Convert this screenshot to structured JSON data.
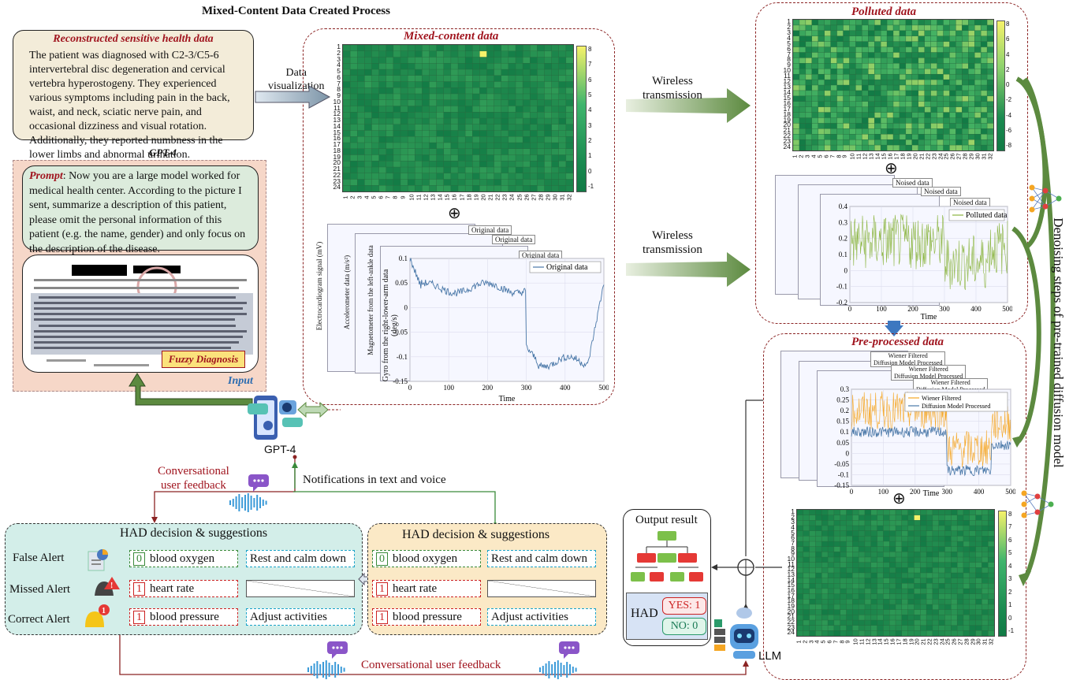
{
  "header": {
    "title": "Mixed-Content Data Created Process"
  },
  "reconstructed": {
    "title": "Reconstructed sensitive health data",
    "body": "The patient was diagnosed with C2-3/C5-6 intervertebral disc degeneration and cervical vertebra hyperostogeny. They experienced various symptoms including pain in the back, waist, and neck, sciatic nerve pain, and occasional dizziness and visual rotation. Additionally, they reported numbness in the lower limbs and abnormal urination."
  },
  "gpt4_label": "GPT-4",
  "data_vis_label": "Data\nvisualization",
  "prompt": {
    "label": "Prompt",
    "text": ": Now you are a large model worked for medical health center. According to the picture I sent, summarize a description of this patient, please omit the personal information of this patient (e.g. the name, gender) and only focus on the description of the disease."
  },
  "fuzzy_label": "Fuzzy Diagnosis",
  "input_label": "Input",
  "mixed": {
    "title": "Mixed-content data",
    "colorbar_ticks": [
      "8",
      "7",
      "6",
      "5",
      "4",
      "3",
      "2",
      "1",
      "0",
      "-1"
    ],
    "legend": [
      "Original data",
      "Original data",
      "Original data",
      "Original data"
    ],
    "ylabels": [
      "Electrocardiogram signal (mV)",
      "Accelerometer data (m/s²)",
      "Magnetometer from the left-ankle data",
      "Gyro from the right-lower-arm data (deg/s)"
    ],
    "yticks": [
      "0.1",
      "0.05",
      "0",
      "-0.05",
      "-0.1",
      "-0.15"
    ],
    "xticks": [
      "0",
      "100",
      "200",
      "300",
      "400",
      "500"
    ],
    "xlabel": "Time",
    "rows": [
      "1",
      "2",
      "3",
      "4",
      "5",
      "6",
      "7",
      "8",
      "9",
      "10",
      "11",
      "12",
      "13",
      "14",
      "15",
      "16",
      "17",
      "18",
      "19",
      "20",
      "21",
      "22",
      "23",
      "24"
    ],
    "cols": [
      "1",
      "2",
      "3",
      "4",
      "5",
      "6",
      "7",
      "8",
      "9",
      "10",
      "11",
      "12",
      "13",
      "14",
      "15",
      "16",
      "17",
      "18",
      "19",
      "20",
      "21",
      "22",
      "23",
      "24",
      "25",
      "26",
      "27",
      "28",
      "29",
      "30",
      "31",
      "32"
    ]
  },
  "wireless": "Wireless\ntransmission",
  "polluted": {
    "title": "Polluted data",
    "colorbar_ticks": [
      "8",
      "6",
      "4",
      "2",
      "0",
      "-2",
      "-4",
      "-6",
      "-8"
    ],
    "legend": [
      "Noised data",
      "Noised data",
      "Noised data",
      "Polluted data"
    ],
    "yticks": [
      "0.4",
      "0.3",
      "0.2",
      "0.1",
      "0",
      "-0.1",
      "-0.2"
    ],
    "xticks": [
      "0",
      "100",
      "200",
      "300",
      "400",
      "500"
    ],
    "xlabel": "Time"
  },
  "preprocessed": {
    "title": "Pre-processed data",
    "legend": [
      "Wiener Filtered\nDiffusion Model Processed",
      "Wiener Filtered\nDiffusion Model Processed",
      "Wiener Filtered\nDiffusion Model Processed",
      "Wiener Filtered\nDiffusion Model Processed"
    ],
    "yticks": [
      "0.3",
      "0.25",
      "0.2",
      "0.15",
      "0.1",
      "0.05",
      "0",
      "-0.05",
      "-0.1",
      "-0.15"
    ],
    "xticks": [
      "0",
      "100",
      "200",
      "300",
      "400",
      "500"
    ],
    "xlabel": "Time",
    "colorbar_ticks": [
      "8",
      "7",
      "6",
      "5",
      "4",
      "3",
      "2",
      "1",
      "0",
      "-1"
    ]
  },
  "denoising_label": "Denoising steps of pre-trained diffusion model",
  "gpt4_node": "GPT-4",
  "feedback_top": "Conversational\nuser feedback",
  "notifications": "Notifications in text and voice",
  "feedback_bottom": "Conversational user feedback",
  "had_left": {
    "title": "HAD decision & suggestions",
    "alerts": [
      "False Alert",
      "Missed Alert",
      "Correct Alert"
    ],
    "items": [
      {
        "flag": "0",
        "label": "blood oxygen",
        "suggestion": "Rest and calm down"
      },
      {
        "flag": "1",
        "label": "heart rate",
        "suggestion": ""
      },
      {
        "flag": "1",
        "label": "blood pressure",
        "suggestion": "Adjust activities"
      }
    ]
  },
  "had_right": {
    "title": "HAD decision & suggestions",
    "items": [
      {
        "flag": "0",
        "label": "blood oxygen",
        "suggestion": "Rest and calm down"
      },
      {
        "flag": "1",
        "label": "heart rate",
        "suggestion": ""
      },
      {
        "flag": "1",
        "label": "blood pressure",
        "suggestion": "Adjust activities"
      }
    ]
  },
  "output": {
    "title": "Output result",
    "had": "HAD",
    "yes": "YES: 1",
    "no": "NO: 0"
  },
  "llm": "LLM",
  "colors": {
    "heat_low": "#1a8a50",
    "heat_high": "#f5f26a",
    "green_arrow": "#5c8a3f",
    "dark_red": "#8b2323",
    "orange": "#f5a623",
    "blue_line": "#4a78a8"
  }
}
